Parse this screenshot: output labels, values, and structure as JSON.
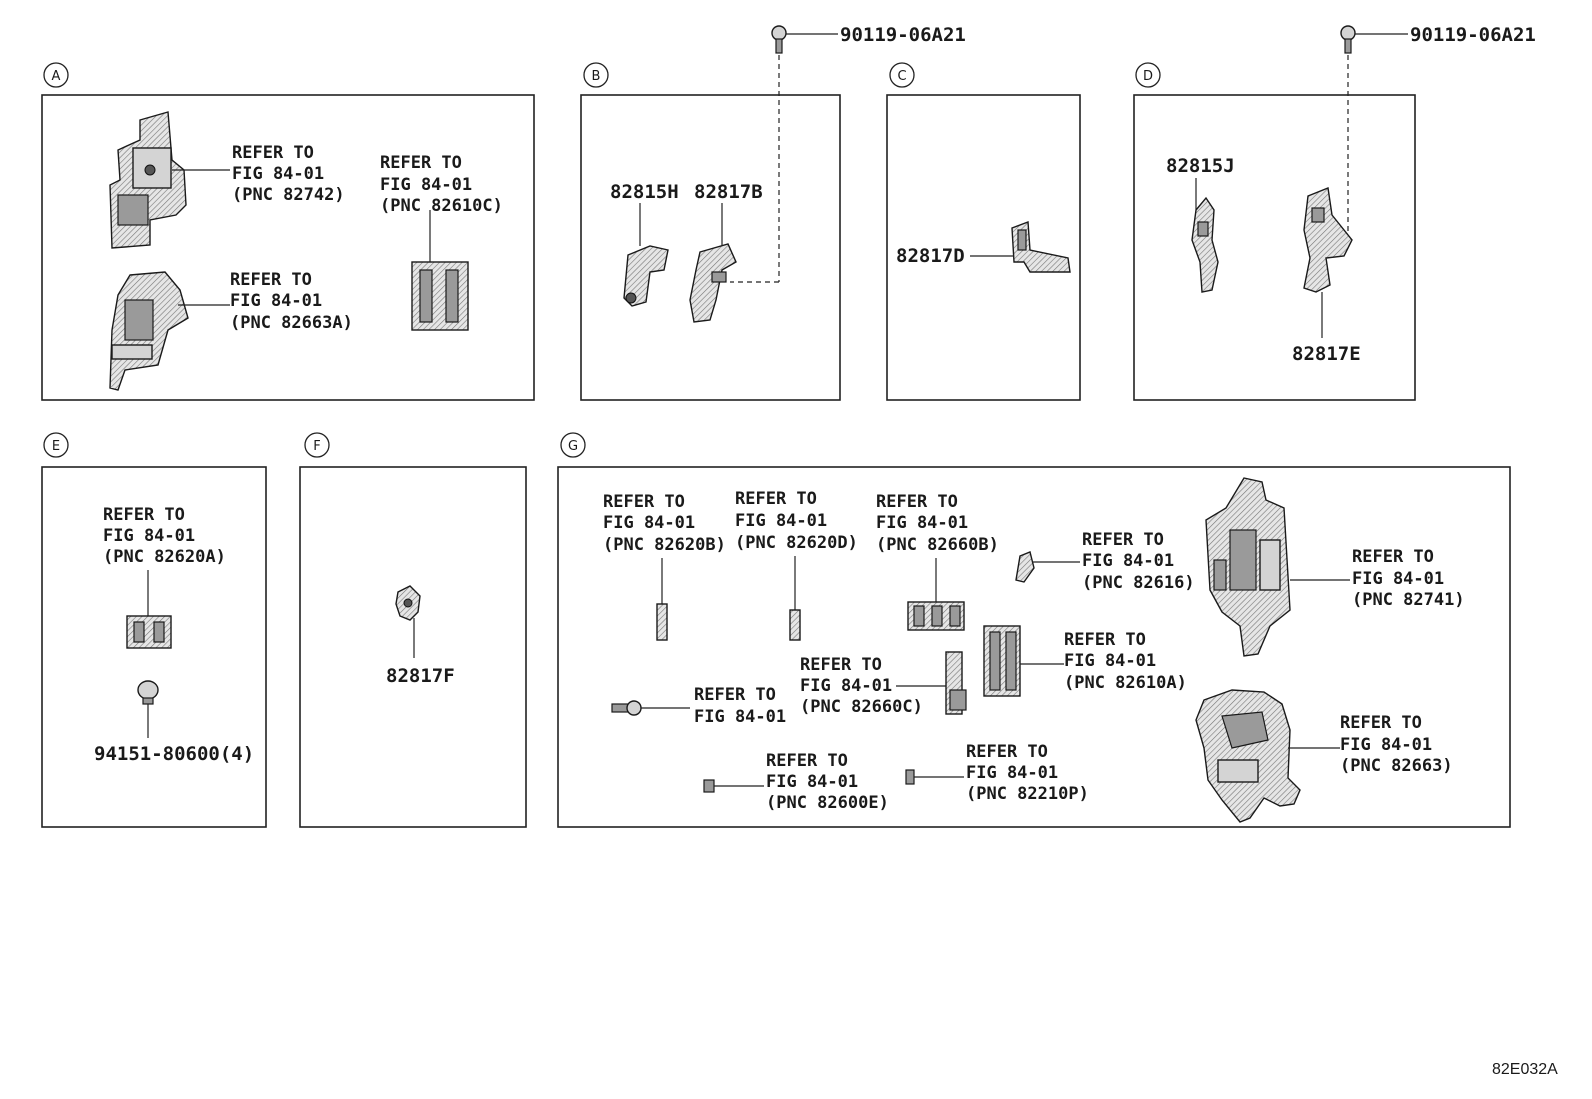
{
  "figure_id": "82E032A",
  "bolt_part_number": "90119-06A21",
  "refer_to": "REFER TO",
  "fig": "FIG 84-01",
  "sections": {
    "A": {
      "label": "A",
      "refs": [
        {
          "pnc": "(PNC 82742)"
        },
        {
          "pnc": "(PNC 82610C)"
        },
        {
          "pnc": "(PNC 82663A)"
        }
      ]
    },
    "B": {
      "label": "B",
      "parts": [
        "82815H",
        "82817B"
      ]
    },
    "C": {
      "label": "C",
      "parts": [
        "82817D"
      ]
    },
    "D": {
      "label": "D",
      "parts": [
        "82815J",
        "82817E"
      ]
    },
    "E": {
      "label": "E",
      "refs": [
        {
          "pnc": "(PNC 82620A)"
        }
      ],
      "parts": [
        "94151-80600(4)"
      ]
    },
    "F": {
      "label": "F",
      "parts": [
        "82817F"
      ]
    },
    "G": {
      "label": "G",
      "refs": [
        {
          "pnc": "(PNC 82620B)"
        },
        {
          "pnc": "(PNC 82620D)"
        },
        {
          "pnc": "(PNC 82660B)"
        },
        {
          "pnc": "(PNC 82616)"
        },
        {
          "pnc": "(PNC 82741)"
        },
        {
          "pnc": "(PNC 82660C)"
        },
        {
          "pnc": "(PNC 82610A)"
        },
        {
          "pnc": "(PNC 82600E)"
        },
        {
          "pnc": "(PNC 82210P)"
        },
        {
          "pnc": "(PNC 82663)"
        }
      ]
    }
  }
}
